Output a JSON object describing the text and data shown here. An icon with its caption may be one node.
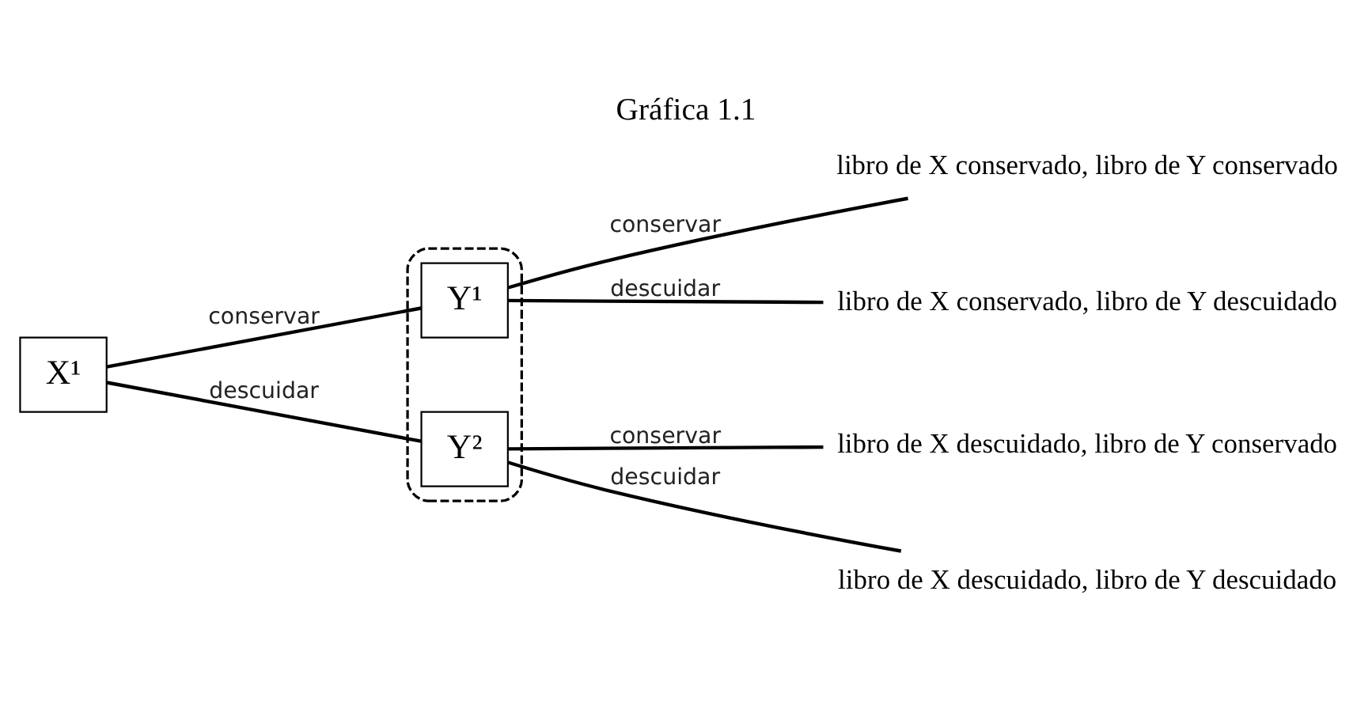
{
  "diagram": {
    "title": "Gráfica 1.1",
    "nodes": [
      {
        "text": [
          "X¹"
        ]
      },
      {
        "text": [],
        "shape": "ellipse"
      },
      {
        "text": [
          "Y¹"
        ],
        "in": 1
      },
      {
        "text": [
          "Y²"
        ],
        "in": 1
      },
      {
        "text": [
          "libro de X conservado, libro de Y conservado"
        ]
      },
      {
        "text": [
          "libro de X conservado, libro de Y descuidado"
        ]
      },
      {
        "text": [
          "libro de X descuidado, libro de Y conservado"
        ]
      },
      {
        "text": [
          "libro de X descuidado, libro de Y descuidado"
        ]
      }
    ],
    "edges": [
      {
        "from": 0,
        "to": 2,
        "arrow": "none",
        "label": "conservar"
      },
      {
        "from": 0,
        "to": 3,
        "arrow": "none",
        "label": "descuidar"
      },
      {
        "from": 2,
        "to": 4,
        "arrow": "none",
        "label": "conservar"
      },
      {
        "from": 2,
        "to": 5,
        "arrow": "none",
        "label": "descuidar"
      },
      {
        "from": 3,
        "to": 6,
        "arrow": "none",
        "label": "conservar"
      },
      {
        "from": 3,
        "to": 7,
        "arrow": "none",
        "label": "descuidar"
      }
    ]
  }
}
